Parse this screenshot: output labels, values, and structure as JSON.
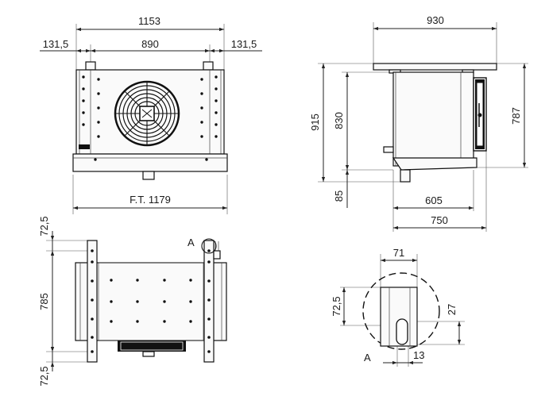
{
  "front_view": {
    "overall_width": "1153",
    "side_left": "131,5",
    "center_span": "890",
    "side_right": "131,5",
    "bottom_length": "F.T. 1179"
  },
  "side_view": {
    "top_width": "930",
    "total_height": "915",
    "body_height": "830",
    "right_height": "787",
    "drain_height": "85",
    "base_length": "605",
    "overall_depth": "750"
  },
  "top_view": {
    "top_offset": "72,5",
    "bracket_spacing": "785",
    "bottom_offset": "72,5",
    "detail_label": "A"
  },
  "detail_a": {
    "label": "A",
    "width": "71",
    "height": "72,5",
    "slot_offset": "27",
    "slot_width": "13"
  }
}
